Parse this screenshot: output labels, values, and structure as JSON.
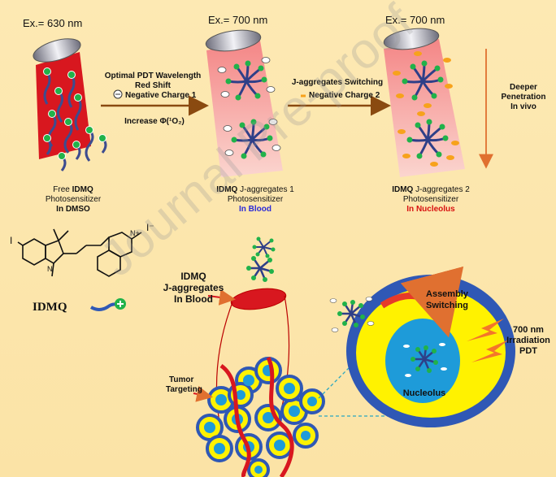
{
  "top": {
    "ex1": "Ex.= 630 nm",
    "ex2": "Ex.= 700 nm",
    "ex3": "Ex.= 700 nm",
    "arrow1": {
      "line1": "Optimal PDT Wavelength",
      "line2": "Red Shift",
      "line3": "Negative Charge 1",
      "line4": "Increase Φ(¹O₂)"
    },
    "arrow2": {
      "line1": "J-aggregates Switching",
      "line2": "Negative Charge 2"
    },
    "depth": {
      "line1": "Deeper",
      "line2": "Penetration",
      "line3": "In vivo"
    },
    "state1": {
      "a": "Free",
      "b": "IDMQ",
      "c": "Photosensitizer",
      "d": "In DMSO"
    },
    "state2": {
      "a": "IDMQ",
      "b": "J-aggregates 1",
      "c": "Photosensitizer",
      "d": "In Blood"
    },
    "state3": {
      "a": "IDMQ",
      "b": "J-aggregates 2",
      "c": "Photosensitizer",
      "d": "In Nucleolus"
    }
  },
  "bottom": {
    "iodo": "I",
    "iodide": "I⁻",
    "n_plus": "N+",
    "n_lower": "N",
    "molecule": "IDMQ",
    "blood": {
      "line1": "IDMQ",
      "line2": "J-aggregates",
      "line3": "In Blood"
    },
    "tumor": {
      "line1": "Tumor",
      "line2": "Targeting"
    },
    "assembly": {
      "line1": "Assembly",
      "line2": "Switching"
    },
    "irradiation": {
      "line1": "700 nm",
      "line2": "Irradiation",
      "line3": "PDT"
    },
    "nucleolus": "Nucleolus"
  },
  "watermark": "Journal Pre-proof",
  "colors": {
    "background": "#fde9b3",
    "beam_red": "#d8171f",
    "beam_pink": "#f6a7a7",
    "arrow_brown": "#8a4a10",
    "nucleus_blue": "#1e9bd9",
    "cell_yellow": "#fff200",
    "cell_border": "#2f58b5"
  }
}
